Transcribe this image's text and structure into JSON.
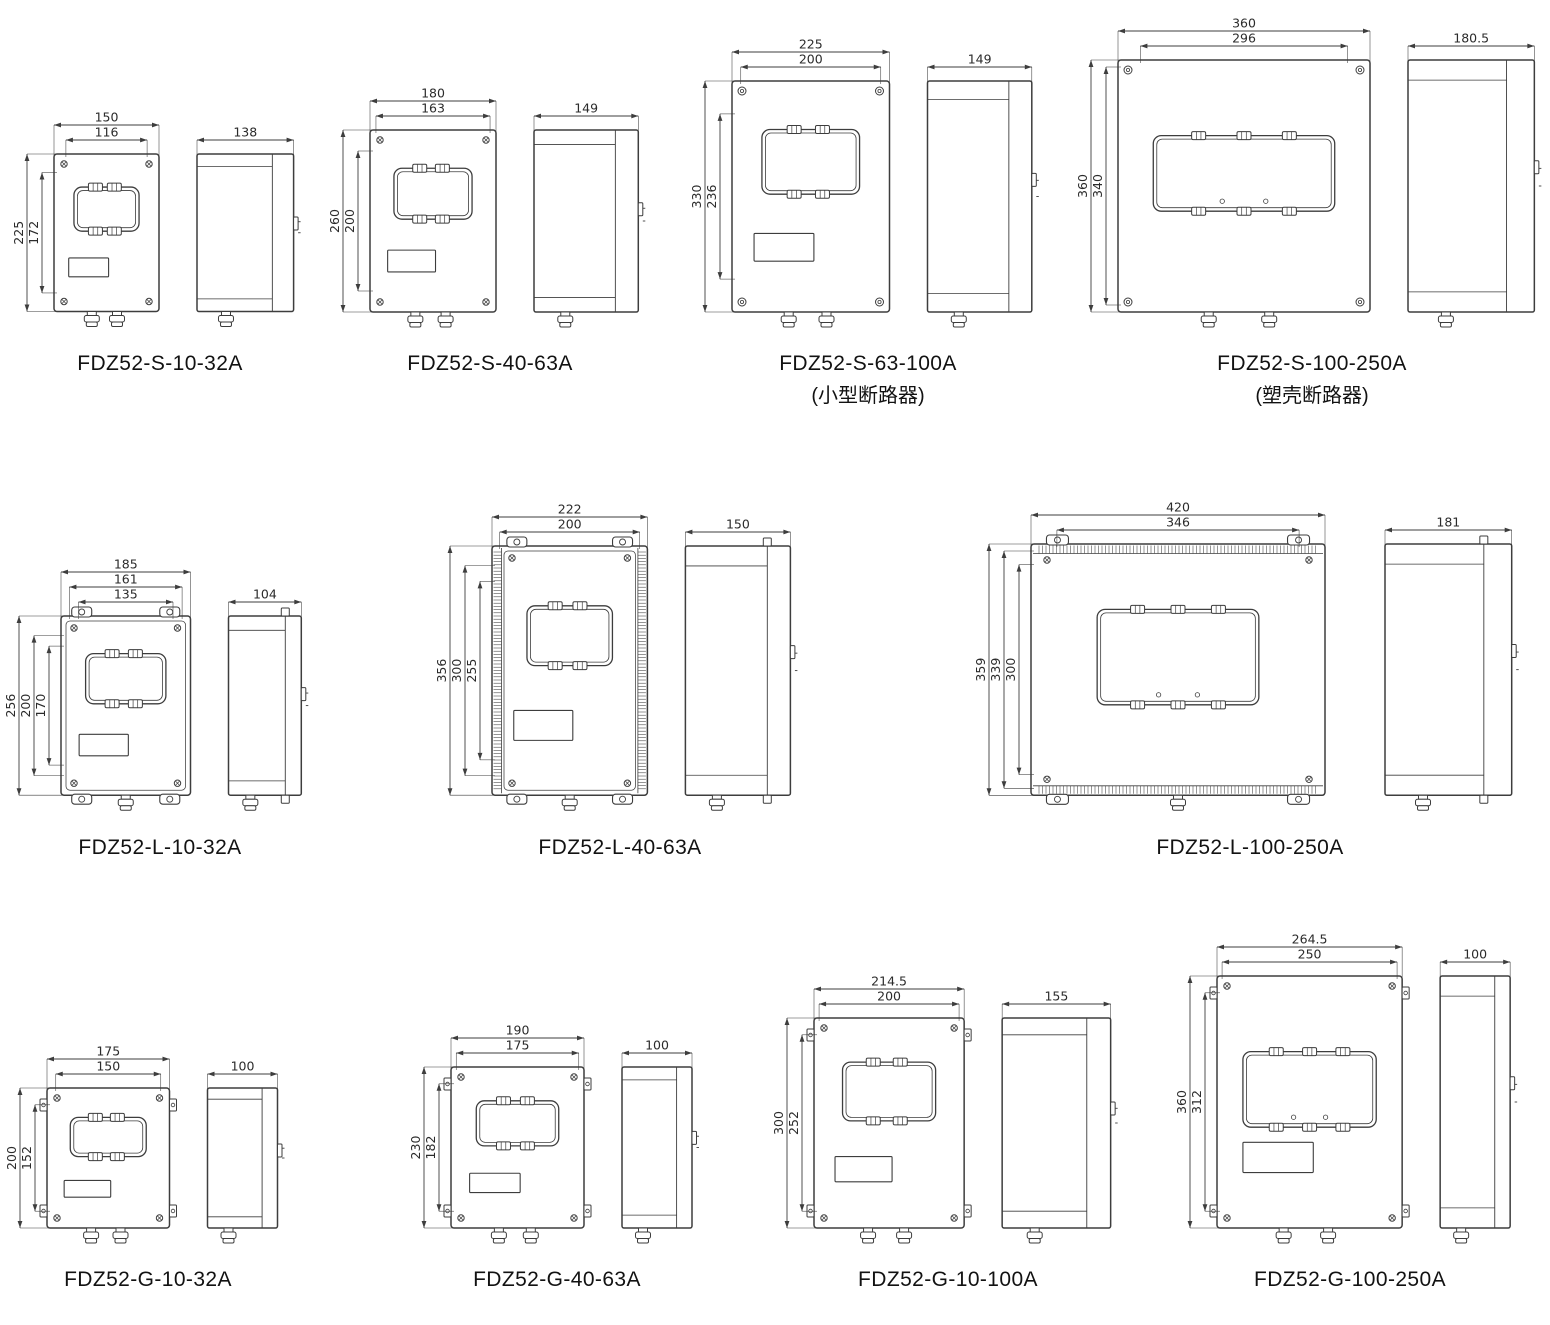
{
  "page": {
    "background": "#ffffff",
    "ink_color": "#3d3d3d",
    "label_color": "#121212"
  },
  "models": [
    {
      "id": "s-10-32a",
      "label": "FDZ52-S-10-32A",
      "sublabel": "",
      "style": "plain",
      "latches": 2,
      "plate": true,
      "glands": 2,
      "front": {
        "top_dims": [
          "150",
          "116"
        ],
        "left_dims": [
          "225",
          "172"
        ]
      },
      "side": {
        "dim": "138"
      }
    },
    {
      "id": "s-40-63a",
      "label": "FDZ52-S-40-63A",
      "sublabel": "",
      "style": "plain",
      "latches": 2,
      "plate": true,
      "glands": 2,
      "front": {
        "top_dims": [
          "180",
          "163"
        ],
        "left_dims": [
          "260",
          "200"
        ]
      },
      "side": {
        "dim": "149"
      }
    },
    {
      "id": "s-63-100a",
      "label": "FDZ52-S-63-100A",
      "sublabel": "(小型断路器)",
      "style": "corner-holes",
      "latches": 2,
      "plate": true,
      "glands": 2,
      "front": {
        "top_dims": [
          "225",
          "200"
        ],
        "left_dims": [
          "330",
          "236"
        ]
      },
      "side": {
        "dim": "149"
      }
    },
    {
      "id": "s-100-250a",
      "label": "FDZ52-S-100-250A",
      "sublabel": "(塑壳断路器)",
      "style": "corner-holes",
      "latches": 3,
      "plate": false,
      "glands": 2,
      "front": {
        "top_dims": [
          "360",
          "296"
        ],
        "left_dims": [
          "360",
          "340"
        ]
      },
      "side": {
        "dim": "180.5"
      }
    },
    {
      "id": "l-10-32a",
      "label": "FDZ52-L-10-32A",
      "sublabel": "",
      "style": "ears",
      "latches": 2,
      "plate": true,
      "glands": 1,
      "front": {
        "top_dims": [
          "185",
          "161",
          "135"
        ],
        "left_dims": [
          "256",
          "200",
          "170"
        ]
      },
      "side": {
        "dim": "104"
      }
    },
    {
      "id": "l-40-63a",
      "label": "FDZ52-L-40-63A",
      "sublabel": "",
      "style": "ribbed-v",
      "latches": 2,
      "plate": true,
      "glands": 1,
      "front": {
        "top_dims": [
          "222",
          "200"
        ],
        "left_dims": [
          "356",
          "300",
          "255"
        ]
      },
      "side": {
        "dim": "150"
      }
    },
    {
      "id": "l-100-250a",
      "label": "FDZ52-L-100-250A",
      "sublabel": "",
      "style": "ribbed-h",
      "latches": 3,
      "plate": false,
      "glands": 1,
      "front": {
        "top_dims": [
          "420",
          "346"
        ],
        "left_dims": [
          "359",
          "339",
          "300"
        ]
      },
      "side": {
        "dim": "181"
      }
    },
    {
      "id": "g-10-32a",
      "label": "FDZ52-G-10-32A",
      "sublabel": "",
      "style": "corner-tabs",
      "latches": 2,
      "plate": true,
      "glands": 2,
      "front": {
        "top_dims": [
          "175",
          "150"
        ],
        "left_dims": [
          "200",
          "152"
        ]
      },
      "side": {
        "dim": "100"
      }
    },
    {
      "id": "g-40-63a",
      "label": "FDZ52-G-40-63A",
      "sublabel": "",
      "style": "corner-tabs",
      "latches": 2,
      "plate": true,
      "glands": 2,
      "front": {
        "top_dims": [
          "190",
          "175"
        ],
        "left_dims": [
          "230",
          "182"
        ]
      },
      "side": {
        "dim": "100"
      }
    },
    {
      "id": "g-10-100a",
      "label": "FDZ52-G-10-100A",
      "sublabel": "",
      "style": "corner-tabs",
      "latches": 2,
      "plate": true,
      "glands": 2,
      "front": {
        "top_dims": [
          "214.5",
          "200"
        ],
        "left_dims": [
          "300",
          "252"
        ]
      },
      "side": {
        "dim": "155"
      }
    },
    {
      "id": "g-100-250a",
      "label": "FDZ52-G-100-250A",
      "sublabel": "",
      "style": "corner-tabs",
      "latches": 3,
      "plate": true,
      "glands": 2,
      "front": {
        "top_dims": [
          "264.5",
          "250"
        ],
        "left_dims": [
          "360",
          "312"
        ]
      },
      "side": {
        "dim": "100"
      }
    }
  ]
}
